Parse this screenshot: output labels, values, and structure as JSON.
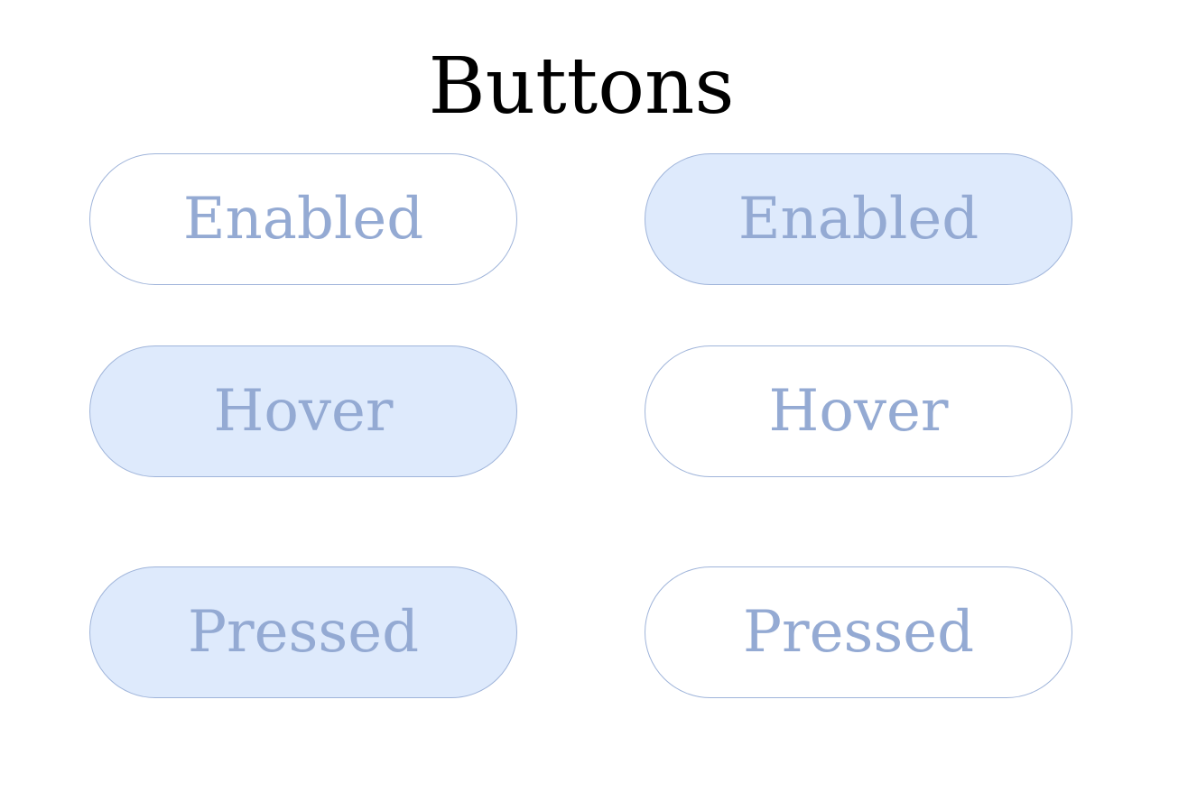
{
  "title": "Buttons",
  "colors": {
    "text_label": "#94aad3",
    "border": "#9fb4da",
    "filled_bg": "#deeafc",
    "outline_bg": "#ffffff"
  },
  "buttons": {
    "left": {
      "enabled": "Enabled",
      "hover": "Hover",
      "pressed": "Pressed"
    },
    "right": {
      "enabled": "Enabled",
      "hover": "Hover",
      "pressed": "Pressed"
    }
  }
}
